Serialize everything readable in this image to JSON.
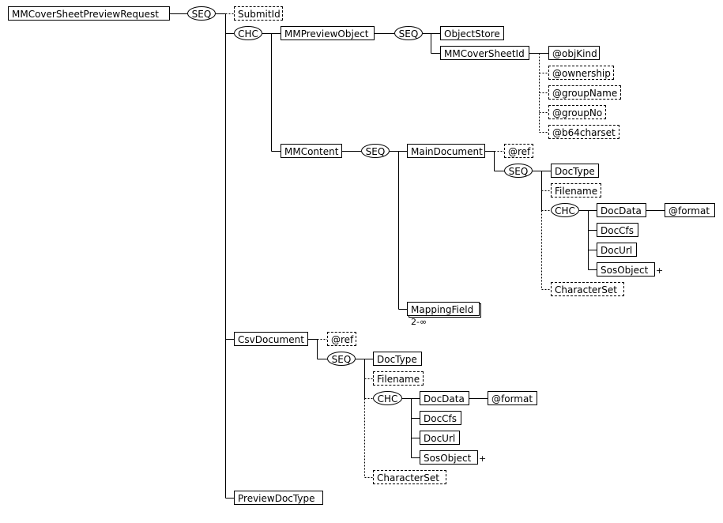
{
  "root": "MMCoverSheetPreviewRequest",
  "compositors": {
    "seq": "SEQ",
    "chc": "CHC"
  },
  "submit_id": "SubmitId",
  "mm_preview_object": {
    "label": "MMPreviewObject",
    "object_store": "ObjectStore",
    "cover_sheet_id": "MMCoverSheetId",
    "attributes": [
      "@objKind",
      "@ownership",
      "@groupName",
      "@groupNo",
      "@b64charset"
    ]
  },
  "mm_content": {
    "label": "MMContent",
    "main_document": {
      "label": "MainDocument",
      "ref": "@ref",
      "doc_type": "DocType",
      "filename": "Filename",
      "doc_data": "DocData",
      "format": "@format",
      "doc_cfs": "DocCfs",
      "doc_url": "DocUrl",
      "sos_object": "SosObject",
      "sos_cardinality": "+",
      "character_set": "CharacterSet"
    },
    "mapping_field": "MappingField",
    "mapping_cardinality": "2-∞"
  },
  "csv_document": {
    "label": "CsvDocument",
    "ref": "@ref",
    "doc_type": "DocType",
    "filename": "Filename",
    "doc_data": "DocData",
    "format": "@format",
    "doc_cfs": "DocCfs",
    "doc_url": "DocUrl",
    "sos_object": "SosObject",
    "sos_cardinality": "+",
    "character_set": "CharacterSet"
  },
  "preview_doc_type": "PreviewDocType"
}
